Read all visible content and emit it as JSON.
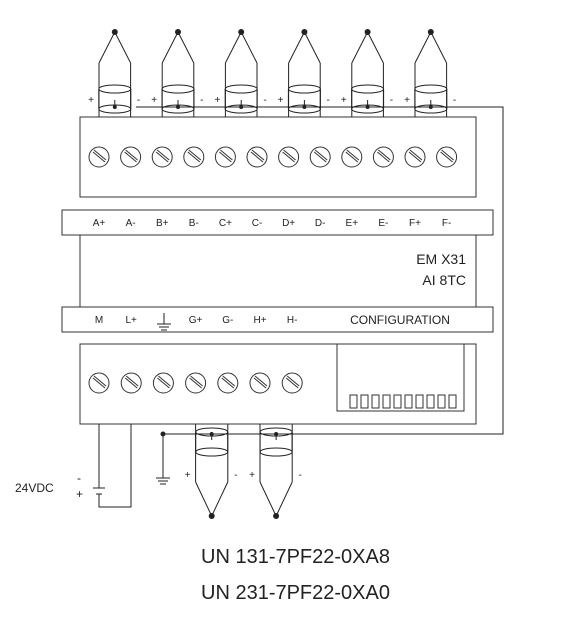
{
  "top_terminal_labels": [
    "A+",
    "A-",
    "B+",
    "B-",
    "C+",
    "C-",
    "D+",
    "D-",
    "E+",
    "E-",
    "F+",
    "F-"
  ],
  "bottom_terminal_labels": [
    "M",
    "L+",
    "G+",
    "G-",
    "H+",
    "H-"
  ],
  "configuration_label": "CONFIGURATION",
  "module_name_line1": "EM  X31",
  "module_name_line2": "AI  8TC",
  "supply_label": "24VDC",
  "supply_minus": "-",
  "supply_plus": "+",
  "thermocouple_plus": "+",
  "thermocouple_minus": "-",
  "part_numbers": [
    "UN  131-7PF22-0XA8",
    "UN  231-7PF22-0XA0"
  ],
  "colors": {
    "line": "#222222",
    "background": "#ffffff"
  }
}
